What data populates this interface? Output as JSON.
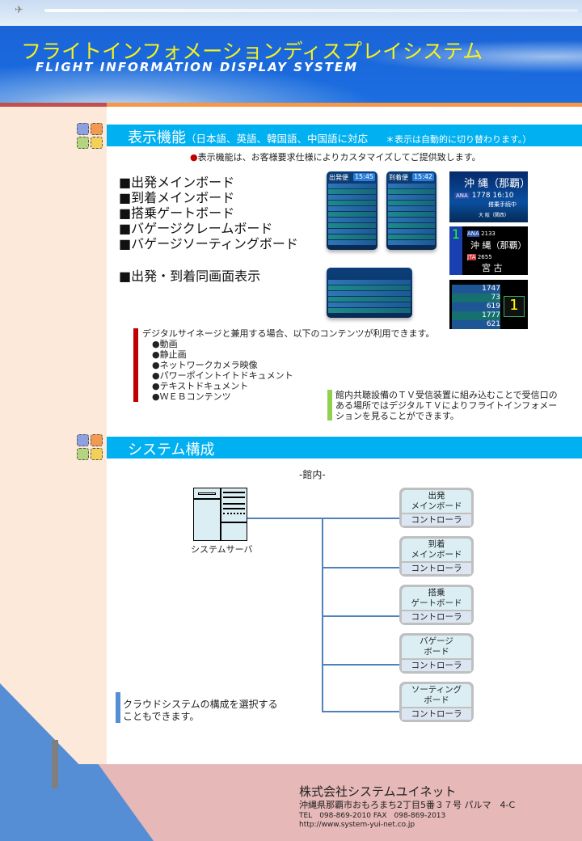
{
  "header": {
    "title_jp": "フライトインフォメーションディスプレイシステム",
    "title_en": "FLIGHT INFORMATION DISPLAY SYSTEM"
  },
  "section1": {
    "title": "表示機能",
    "subtitle": "（日本語、英語、韓国語、中国語に対応",
    "auto_note": "＊表示は自動的に切り替わります。）",
    "note": "表示機能は、お客様要求仕様によりカスタマイズしてご提供致します。",
    "features": [
      "■出発メインボード",
      "■到着メインボード",
      "■搭乗ゲートボード",
      "■バゲージクレームボード",
      "■バゲージソーティングボード"
    ],
    "combined": "■出発・到着同画面表示",
    "signage_intro": "デジタルサイネージと兼用する場合、以下のコンテンツが利用できます。",
    "signage_items": [
      "●動画",
      "●静止画",
      "●ネットワークカメラ映像",
      "●パワーポイントイトドキュメント",
      "●テキストドキュメント",
      "●ＷＥＢコンテンツ"
    ],
    "tv_note": [
      "館内共聴設備のＴＶ受信装置に組み込むことで受信口の",
      "ある場所ではデジタルＴＶによりフライトインフォメー",
      "ションを見ることができます。"
    ],
    "screens": {
      "departure": {
        "label": "出発便",
        "time": "15:45"
      },
      "arrival": {
        "label": "到着便",
        "time": "15:42"
      },
      "gate": {
        "dest": "沖 縄（那覇）",
        "flight": "1778",
        "time": "16:10",
        "status": "搭乗手続中",
        "next": "大 阪（関西）"
      },
      "claim": {
        "belt": "1",
        "flight1": "2133",
        "dest1": "沖 縄（那覇）",
        "flight2": "2655",
        "dest2": "宮 古"
      },
      "sorting": {
        "flights": [
          "1747",
          "73",
          "619",
          "1777",
          "621"
        ],
        "chute": "1"
      }
    }
  },
  "section2": {
    "title": "システム構成",
    "area_label": "-館内-",
    "server_label": "システムサーバ",
    "boards": [
      {
        "name": [
          "出発",
          "メインボード"
        ],
        "controller": "コントローラ"
      },
      {
        "name": [
          "到着",
          "メインボード"
        ],
        "controller": "コントローラ"
      },
      {
        "name": [
          "搭乗",
          "ゲートボード"
        ],
        "controller": "コントローラ"
      },
      {
        "name": [
          "バゲージ",
          "ボード"
        ],
        "controller": "コントローラ"
      },
      {
        "name": [
          "ソーティング",
          "ボード"
        ],
        "controller": "コントローラ"
      }
    ],
    "cloud_note": [
      "クラウドシステムの構成を選択する",
      "こともできます。"
    ]
  },
  "footer": {
    "company": "株式会社システムユイネット",
    "address": "沖縄県那覇市おもろまち2丁目5番３７号 パルマ　4-C",
    "tel_fax": "TEL　098-869-2010 FAX　098-869-2013",
    "url": "http://www.system-yui-net.co.jp"
  }
}
